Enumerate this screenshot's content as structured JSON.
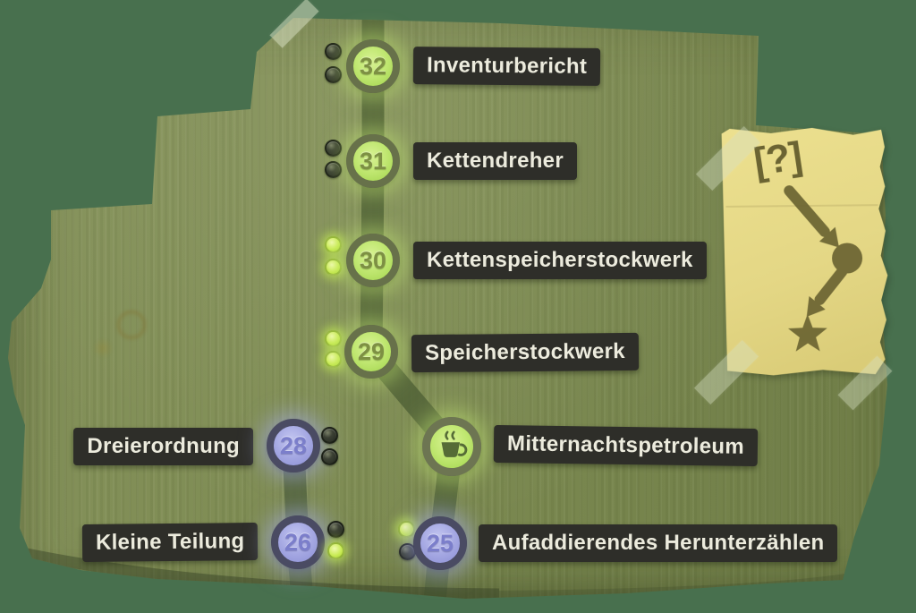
{
  "map": {
    "levels": [
      {
        "number": "32",
        "label": "Inventurbericht",
        "style": "green",
        "dots": [
          "dark",
          "dark"
        ]
      },
      {
        "number": "31",
        "label": "Kettendreher",
        "style": "green",
        "dots": [
          "dark",
          "dark"
        ]
      },
      {
        "number": "30",
        "label": "Kettenspeicherstockwerk",
        "style": "green",
        "dots": [
          "lit",
          "lit"
        ]
      },
      {
        "number": "29",
        "label": "Speicherstockwerk",
        "style": "green",
        "dots": [
          "lit",
          "lit"
        ]
      },
      {
        "icon": "coffee-cup",
        "label": "Mitternachtspetroleum",
        "style": "green",
        "dots": []
      },
      {
        "number": "28",
        "label": "Dreierordnung",
        "style": "blue",
        "dots": [
          "dark",
          "dark"
        ]
      },
      {
        "number": "26",
        "label": "Kleine Teilung",
        "style": "blue",
        "dots": [
          "dark",
          "lit"
        ]
      },
      {
        "number": "25",
        "label": "Aufaddierendes Herunterzählen",
        "style": "blue",
        "dots": [
          "lit",
          "dark"
        ]
      }
    ]
  },
  "note": {
    "symbol": "[?]",
    "icons": [
      "arrow-down-right-icon",
      "map-node-icon",
      "arrow-down-left-icon",
      "star-icon"
    ]
  },
  "colors": {
    "backdrop": "#48704e",
    "board": "#7d8b52",
    "track": "#54653a",
    "label_bg": "#2e2e29",
    "label_text": "#ecebdd",
    "green_fill": "#c0e771",
    "green_ring": "#67714a",
    "green_number": "#7d9043",
    "blue_fill": "#a4a7e2",
    "blue_ring": "#4a4b63",
    "blue_number": "#7b7ecb",
    "lit_dot": "#cbec58",
    "dark_dot": "#3b4034",
    "note_paper": "#e4d785",
    "note_ink": "#6b6432"
  }
}
